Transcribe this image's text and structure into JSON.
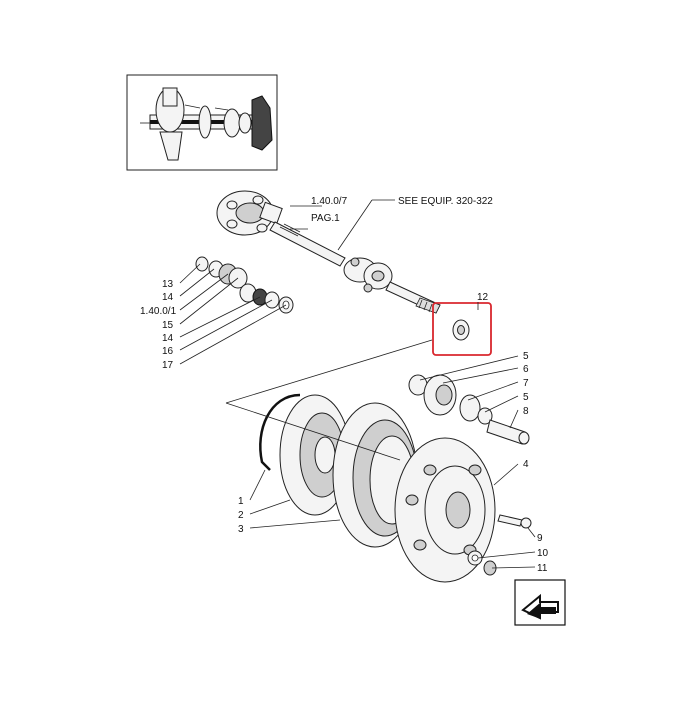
{
  "diagram": {
    "callouts": {
      "ref_1_40_0_7": "1.40.0/7",
      "pag_1": "PAG.1",
      "see_equip": "SEE EQUIP. 320-322",
      "p12": "12",
      "p13": "13",
      "p14a": "14",
      "ref_1_40_0_1": "1.40.0/1",
      "p15": "15",
      "p14b": "14",
      "p16": "16",
      "p17": "17",
      "p5a": "5",
      "p6": "6",
      "p7": "7",
      "p5b": "5",
      "p8": "8",
      "p4": "4",
      "p1": "1",
      "p2": "2",
      "p3": "3",
      "p9": "9",
      "p10": "10",
      "p11": "11"
    },
    "highlight_color": "#d9272e"
  }
}
